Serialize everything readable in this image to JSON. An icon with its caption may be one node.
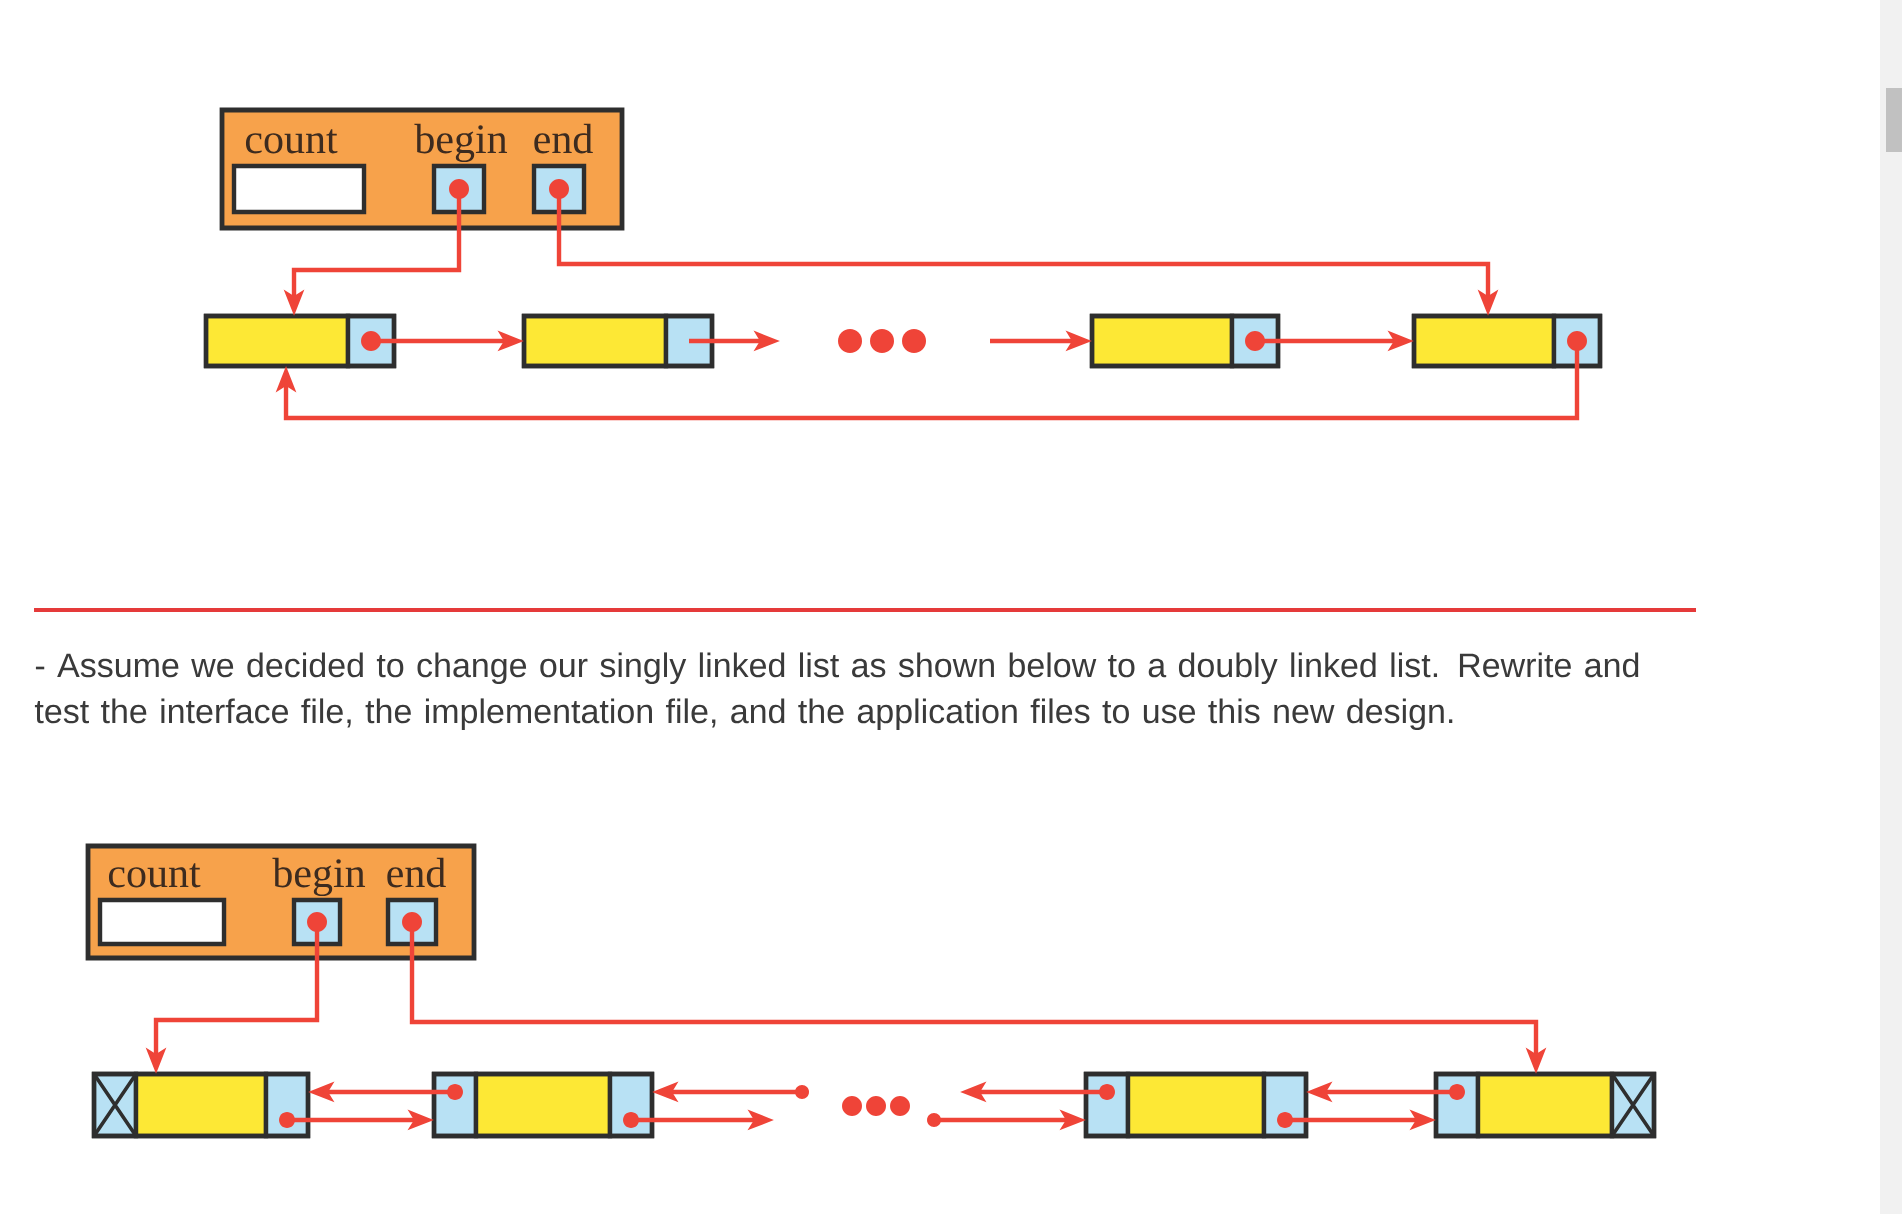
{
  "diagram": {
    "nodes": [
      {
        "text": [],
        "shape": "box"
      },
      {
        "text": [
          "count"
        ],
        "in": 0
      },
      {
        "text": [
          "begin"
        ],
        "in": 0
      },
      {
        "text": [
          "end"
        ],
        "in": 0
      },
      {
        "text": [],
        "shape": "box"
      },
      {
        "text": [],
        "shape": "box"
      },
      {
        "text": [],
        "shape": "box"
      },
      {
        "text": [],
        "shape": "box"
      },
      {
        "text": [],
        "shape": "box"
      },
      {
        "text": [
          "count"
        ],
        "in": 8
      },
      {
        "text": [
          "begin"
        ],
        "in": 8
      },
      {
        "text": [
          "end"
        ],
        "in": 8
      },
      {
        "text": [],
        "shape": "box"
      },
      {
        "text": [],
        "shape": "box"
      },
      {
        "text": [],
        "shape": "box"
      },
      {
        "text": [],
        "shape": "box"
      }
    ],
    "edges": [
      {
        "from": 2,
        "to": 4,
        "arrow": "to"
      },
      {
        "from": 3,
        "to": 7,
        "arrow": "to"
      },
      {
        "from": 4,
        "to": 5,
        "arrow": "to"
      },
      {
        "from": 5,
        "to": null,
        "arrow": "to"
      },
      {
        "from": null,
        "to": 6,
        "arrow": "to"
      },
      {
        "from": 6,
        "to": 7,
        "arrow": "to"
      },
      {
        "from": 7,
        "to": 4,
        "arrow": "to"
      },
      {
        "from": 10,
        "to": 12,
        "arrow": "to"
      },
      {
        "from": 11,
        "to": 15,
        "arrow": "to"
      },
      {
        "from": 13,
        "to": 12,
        "arrow": "to"
      },
      {
        "from": 12,
        "to": 13,
        "arrow": "to"
      },
      {
        "from": null,
        "to": 13,
        "arrow": "to"
      },
      {
        "from": 13,
        "to": null,
        "arrow": "to"
      },
      {
        "from": 14,
        "to": null,
        "arrow": "to"
      },
      {
        "from": null,
        "to": 14,
        "arrow": "to"
      },
      {
        "from": 15,
        "to": 14,
        "arrow": "to"
      },
      {
        "from": 14,
        "to": 15,
        "arrow": "to"
      }
    ],
    "labels": [
      "- Assume we decided to change our singly linked list as shown below to a doubly linked list. Rewrite and test the interface file, the implementation file, and the application files to use this new design."
    ]
  }
}
